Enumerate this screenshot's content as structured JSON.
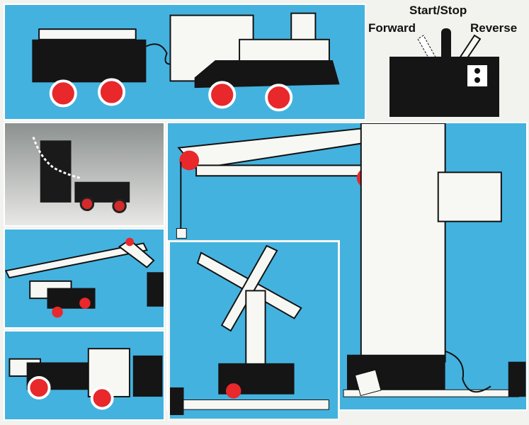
{
  "controls": {
    "start_stop": "Start/Stop",
    "forward": "Forward",
    "reverse": "Reverse"
  },
  "colors": {
    "panel_blue": "#44b2df",
    "brick_red": "#e8282b",
    "brick_black": "#151515",
    "brick_white": "#f7f7f3"
  }
}
